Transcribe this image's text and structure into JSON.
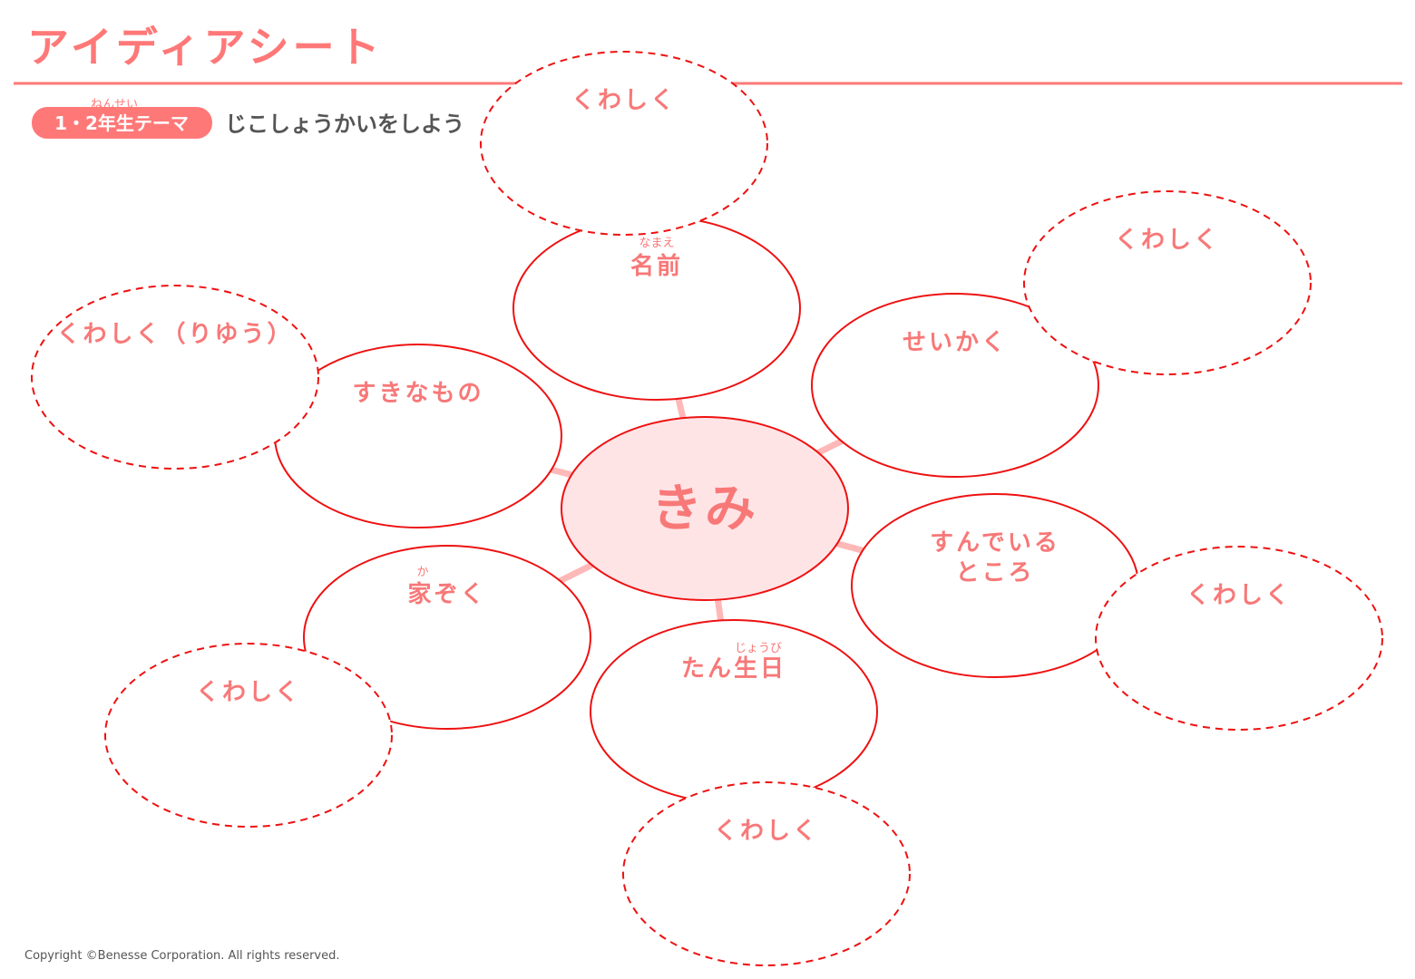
{
  "header": {
    "title": "アイディアシート",
    "badge_ruby": "ねんせい",
    "badge": "1・2年生テーマ",
    "theme": "じこしょうかいをしよう"
  },
  "center": {
    "label": "きみ"
  },
  "topics": [
    {
      "label": "名前",
      "ruby": "なまえ",
      "detail": "くわしく"
    },
    {
      "label": "せいかく",
      "ruby": "",
      "detail": "くわしく"
    },
    {
      "label_line1": "すんでいる",
      "label_line2": "ところ",
      "detail": "くわしく"
    },
    {
      "label": "たん生日",
      "ruby": "じょうび",
      "detail": "くわしく"
    },
    {
      "label": "家ぞく",
      "ruby": "か",
      "detail": "くわしく"
    },
    {
      "label": "すきなもの",
      "ruby": "",
      "detail": "くわしく（りゆう）"
    }
  ],
  "footer": {
    "copyright": "Copyright ©Benesse Corporation.  All rights reserved."
  },
  "colors": {
    "accent": "#ff7878",
    "stroke": "#ee1111",
    "connector": "#ffb8b8",
    "center_fill": "#ffe4e6"
  }
}
